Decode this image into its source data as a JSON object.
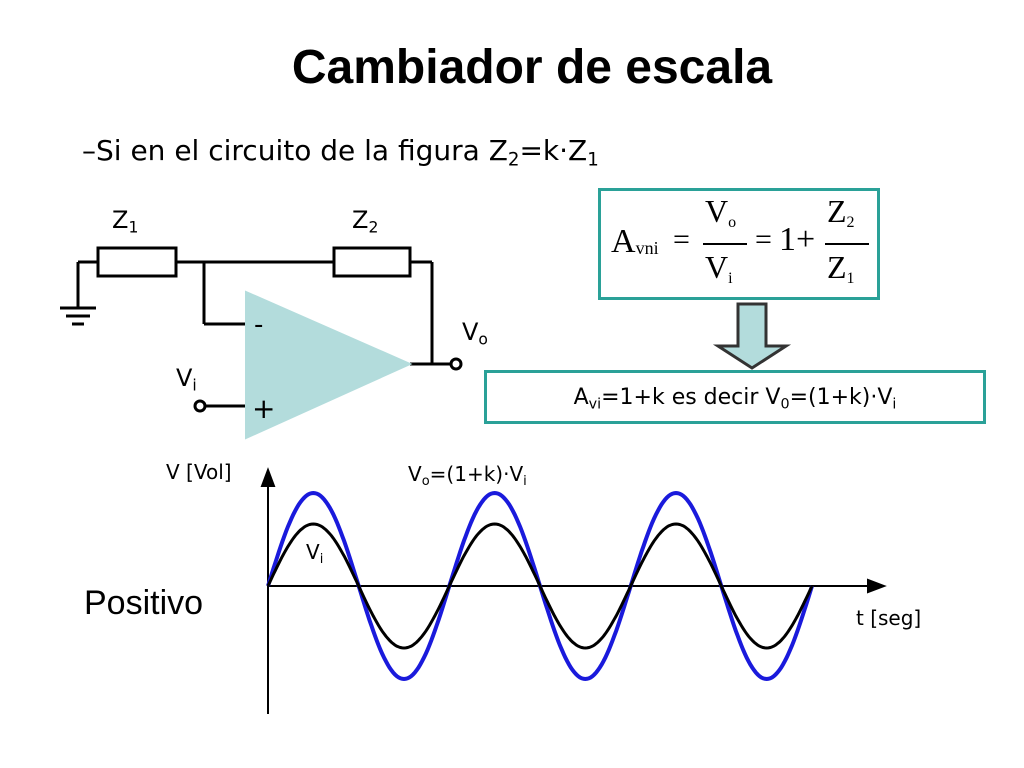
{
  "title": "Cambiador de escala",
  "bullet": {
    "prefix": "–Si en el circuito de la figura Z",
    "sub1": "2",
    "mid": "=k·Z",
    "sub2": "1"
  },
  "circuit": {
    "z1_label": "Z",
    "z1_sub": "1",
    "z2_label": "Z",
    "z2_sub": "2",
    "minus": "-",
    "plus": "+",
    "vo_label": "V",
    "vo_sub": "o",
    "vi_label": "V",
    "vi_sub": "i",
    "opamp_fill": "#b3dcdc"
  },
  "formula": {
    "lhs": "A",
    "lhs_sub": "vni",
    "eq": "=",
    "num_v": "V",
    "num_sub": "o",
    "den_v": "V",
    "den_sub": "i",
    "one_plus": "1+",
    "num_z": "Z",
    "num_z_sub": "2",
    "den_z": "Z",
    "den_z_sub": "1"
  },
  "result": {
    "a": "A",
    "a_sub": "vi",
    "text": "=1+k es decir V",
    "v_sub": "0",
    "tail": "=(1+k)·V",
    "tail_sub": "i"
  },
  "graph": {
    "y_label": "V [Vol]",
    "x_label": "t [seg]",
    "vo_label": "V",
    "vo_sub": "o",
    "vo_tail": "=(1+k)·V",
    "vo_tail_sub": "i",
    "vi_label": "V",
    "vi_sub": "i",
    "vo_color": "#1a1adc",
    "vi_color": "#000000",
    "cycles": 3,
    "vi_amplitude": 1.0,
    "vo_amplitude": 1.5
  },
  "positivo": "Positivo",
  "colors": {
    "box_border": "#2aa198",
    "arrow_fill": "#b3dcdc"
  }
}
